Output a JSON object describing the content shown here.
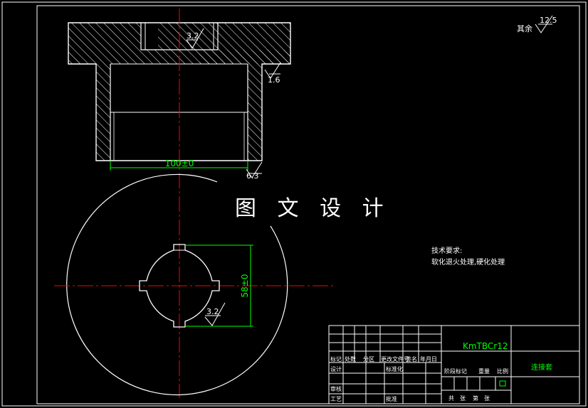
{
  "colors": {
    "background": "#000000",
    "outline": "#ffffff",
    "centerline": "#ff0000",
    "dimension": "#00ff00",
    "title_text": "#00ff00"
  },
  "watermark": "图 文 设 计",
  "roughness": {
    "other_label": "其余",
    "other_value": "12.5",
    "top_bore": "3.2",
    "right_side": "1.6",
    "bottom": "6.3",
    "keyway": "3.2"
  },
  "dimensions": {
    "width": "100±0",
    "height": "58±0"
  },
  "tech_requirements": {
    "heading": "技术要求:",
    "line1": "软化退火处理,硬化处理"
  },
  "title_block": {
    "material": "KmTBCr12",
    "part_name": "连接套",
    "row_mark": "标记",
    "row_count": "处数",
    "row_zone": "分区",
    "row_change_doc": "更改文件号",
    "row_signature": "签名",
    "row_date": "年月日",
    "designer": "设计",
    "standardization": "标准化",
    "review": "审核",
    "process": "工艺",
    "approve": "批准",
    "stage_mark": "阶段标记",
    "weight": "重量",
    "scale": "比例",
    "sheets_total": "共",
    "sheet_no": "张",
    "sheet_of": "第",
    "sheet_unit": "张"
  }
}
